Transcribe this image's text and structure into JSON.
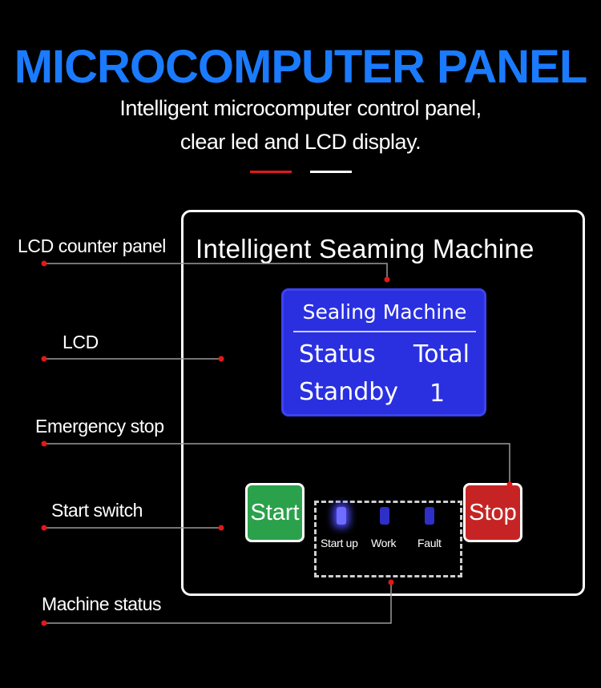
{
  "header": {
    "title": "MICROCOMPUTER PANEL",
    "subtitle_line1": "Intelligent microcomputer control panel,",
    "subtitle_line2": "clear led and LCD display.",
    "accent_color": "#1a7bff",
    "divider_colors": [
      "#e11919",
      "#ffffff"
    ]
  },
  "panel": {
    "title": "Intelligent Seaming Machine",
    "lcd": {
      "header": "Sealing Machine",
      "status_label": "Status",
      "total_label": "Total",
      "status_value": "Standby",
      "total_value": "1",
      "color": "#2a30e0"
    },
    "buttons": {
      "start_label": "Start",
      "stop_label": "Stop",
      "start_color": "#2aa14a",
      "stop_color": "#c62424"
    },
    "indicators": [
      {
        "label": "Start up",
        "lit": true
      },
      {
        "label": "Work",
        "lit": false
      },
      {
        "label": "Fault",
        "lit": false
      }
    ]
  },
  "callouts": {
    "lcd_counter_panel": "LCD counter panel",
    "lcd": "LCD",
    "emergency_stop": "Emergency stop",
    "start_switch": "Start switch",
    "machine_status": "Machine status",
    "dot_color": "#e11919"
  }
}
